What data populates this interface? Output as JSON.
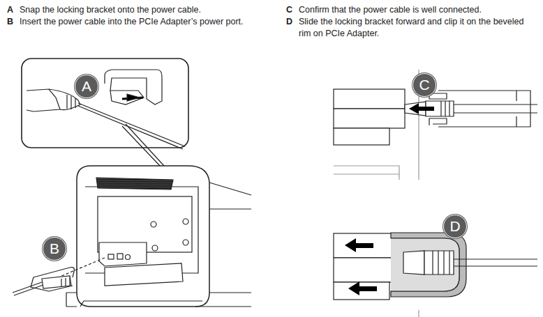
{
  "diagram": {
    "labels": [
      "A",
      "Snap the locking bracket onto the power cable.",
      "B",
      "Insert the power cable into the PCIe Adapter’s power port.",
      "C",
      "Confirm that the power cable is well connected.",
      "D",
      "Slide the locking bracket forward and clip it on the beveled rim on PCIe Adapter.",
      "A",
      "B",
      "C",
      "D"
    ]
  }
}
